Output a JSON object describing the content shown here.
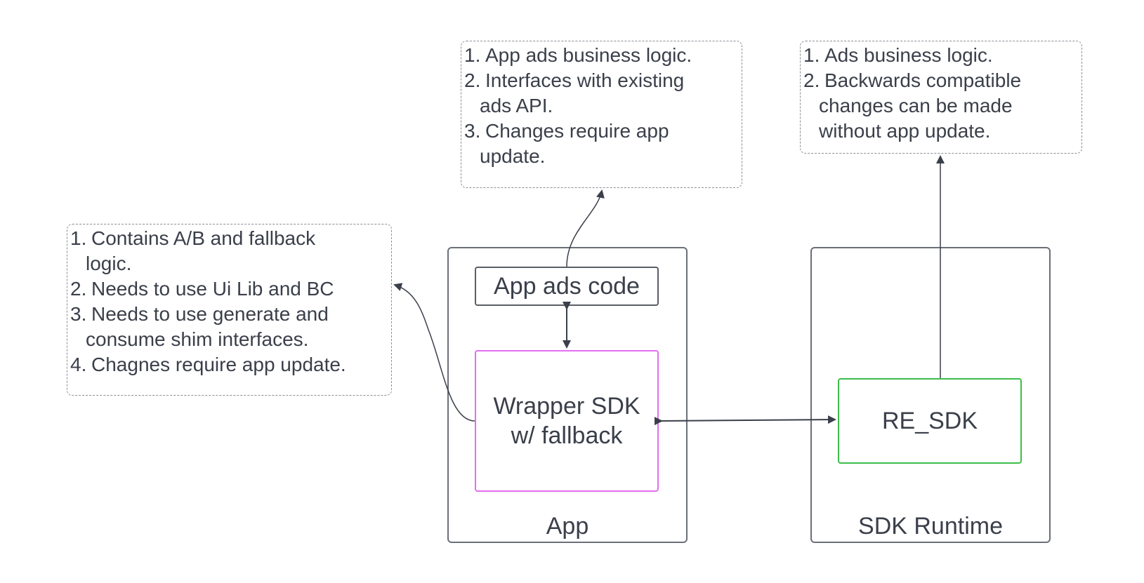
{
  "containers": {
    "app": {
      "label": "App"
    },
    "sdk_runtime": {
      "label": "SDK Runtime"
    }
  },
  "boxes": {
    "app_ads_code": "App ads code",
    "wrapper_sdk": "Wrapper SDK\nw/ fallback",
    "re_sdk": "RE_SDK"
  },
  "notes": {
    "wrapper": [
      {
        "num": "1.",
        "text": "Contains A/B and fallback",
        "cont": "logic."
      },
      {
        "num": "2.",
        "text": "Needs to use Ui Lib and BC",
        "cont": ""
      },
      {
        "num": "3.",
        "text": "Needs to use generate and",
        "cont": "consume shim interfaces."
      },
      {
        "num": "4.",
        "text": "Chagnes require app update.",
        "cont": ""
      }
    ],
    "app_ads": [
      {
        "num": "1.",
        "text": "App ads business logic.",
        "cont": ""
      },
      {
        "num": "2.",
        "text": "Interfaces with existing",
        "cont": "ads API."
      },
      {
        "num": "3.",
        "text": "Changes require app",
        "cont": "update."
      }
    ],
    "re_sdk": [
      {
        "num": "1.",
        "text": "Ads business logic.",
        "cont": ""
      },
      {
        "num": "2.",
        "text": "Backwards compatible",
        "cont": "changes can be made without app update."
      }
    ]
  },
  "colors": {
    "line": "#3a3f4a",
    "wrapper_border": "#e36ff0",
    "re_sdk_border": "#3dbd4a",
    "note_border": "#8a8e96"
  }
}
